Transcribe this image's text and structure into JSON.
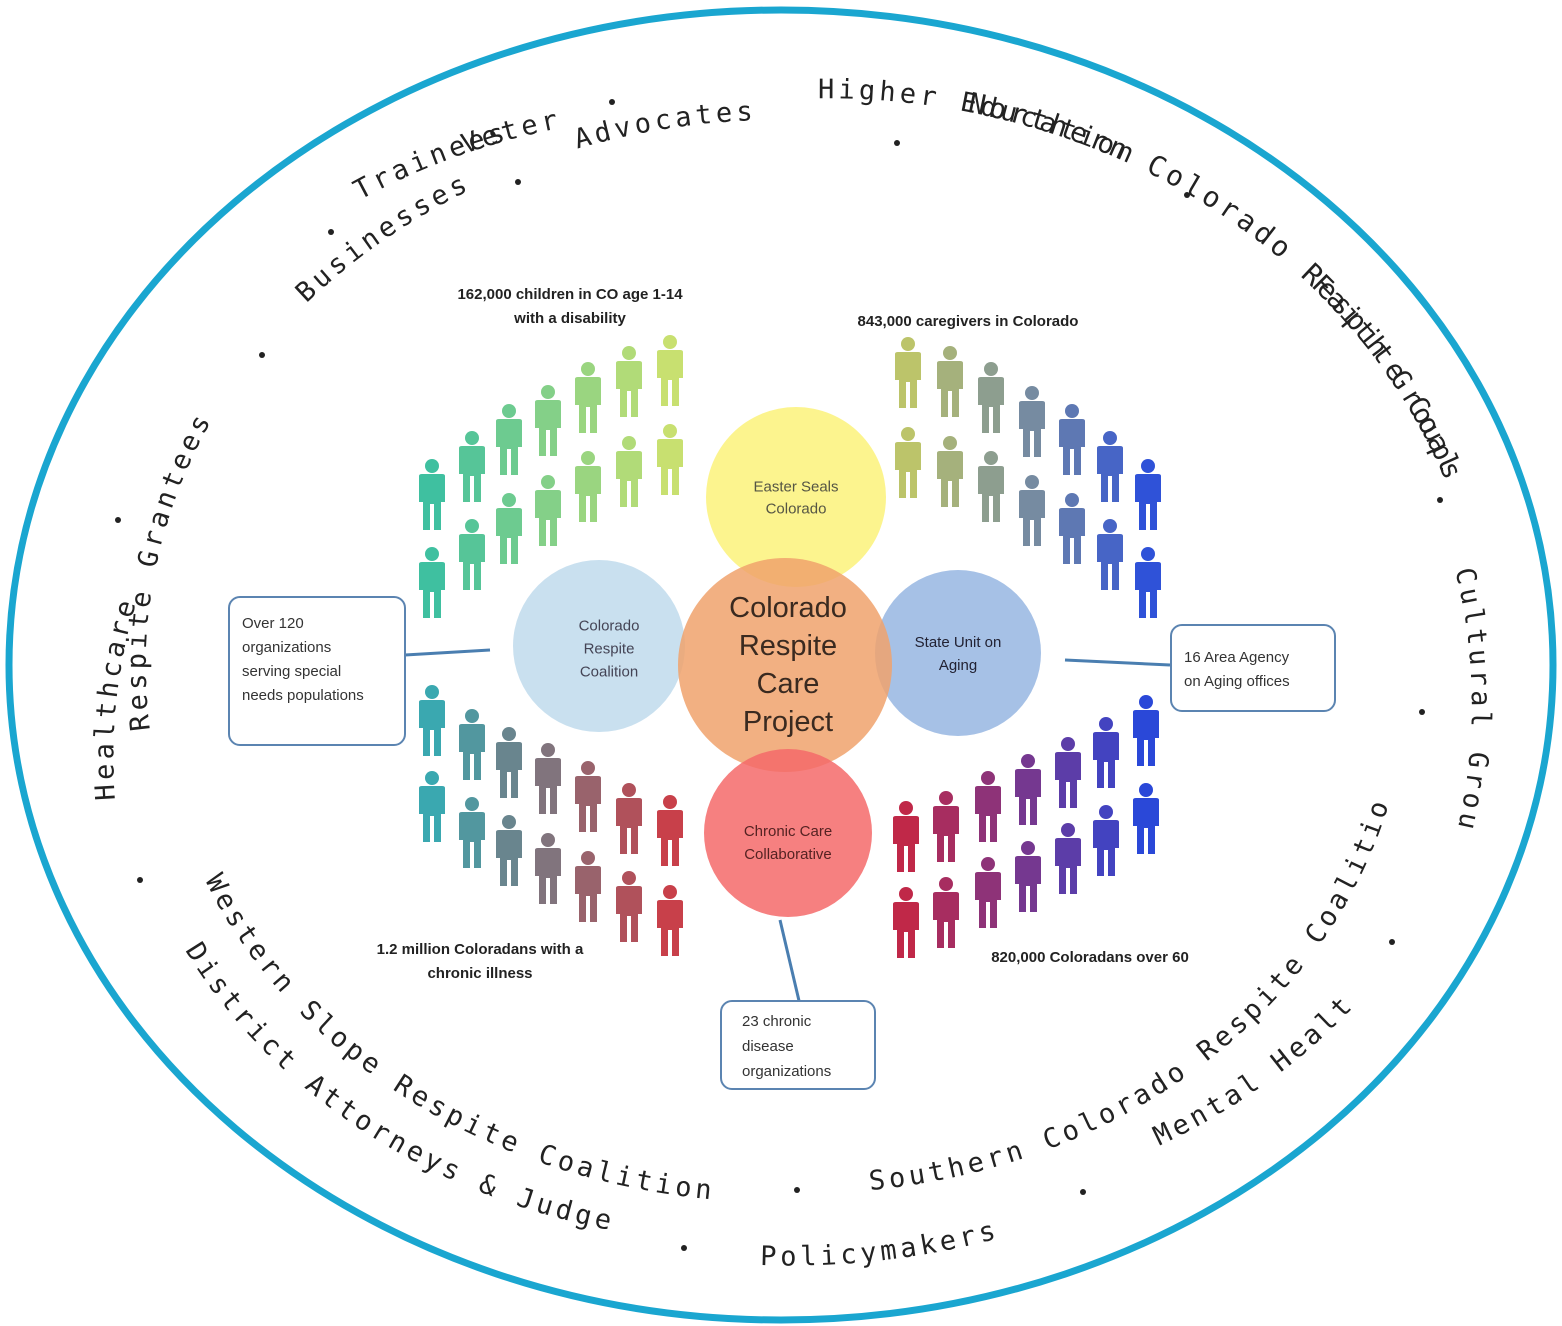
{
  "ring_labels": [
    {
      "id": "higher-education",
      "text": "Higher Education"
    },
    {
      "id": "northern-colorado",
      "text": "Northern Colorado Respite Coalition"
    },
    {
      "id": "faith-groups",
      "text": "Faith Groups"
    },
    {
      "id": "cultural-groups",
      "text": "Cultural Groups"
    },
    {
      "id": "southern-colorado",
      "text": "Southern Colorado Respite Coalition"
    },
    {
      "id": "mental-health",
      "text": "Mental Health"
    },
    {
      "id": "policymakers",
      "text": "Policymakers"
    },
    {
      "id": "district-attorneys",
      "text": "District Attorneys & Judges"
    },
    {
      "id": "western-slope",
      "text": "Western Slope Respite Coalition"
    },
    {
      "id": "healthcare",
      "text": "Healthcare"
    },
    {
      "id": "respite-grantees",
      "text": "Respite Grantees"
    },
    {
      "id": "businesses",
      "text": "Businesses"
    },
    {
      "id": "trainees",
      "text": "Trainees"
    },
    {
      "id": "veterans",
      "text": "Veterans"
    },
    {
      "id": "advocates",
      "text": "Advocates"
    }
  ],
  "center": {
    "text": "Colorado\nRespite\nCare\nProject",
    "color": "#f0a26c"
  },
  "petals": {
    "top": {
      "text": "Easter Seals\nColorado",
      "color": "#fbf27a"
    },
    "left": {
      "text": "Colorado\nRespite\nCoalition",
      "color": "#bfdaec"
    },
    "right": {
      "text": "State Unit on\nAging",
      "color": "#97b6e2"
    },
    "bottom": {
      "text": "Chronic Care\nCollaborative",
      "color": "#f46a6a"
    }
  },
  "stats": {
    "top_left": "162,000 children in CO age 1-14\nwith a disability",
    "top_right": "843,000 caregivers in Colorado",
    "bottom_left": "1.2 million Coloradans with a\nchronic illness",
    "bottom_right": "820,000 Coloradans over 60"
  },
  "callouts": {
    "left": "Over 120\norganizations\nserving special\nneeds populations",
    "right": "16 Area Agency\non Aging offices",
    "bottom": "23 chronic\ndisease\norganizations"
  },
  "colors": {
    "outer_ring": "#1aa6d0",
    "callout_border": "#5b84b1",
    "connector": "#4a7eb0"
  }
}
